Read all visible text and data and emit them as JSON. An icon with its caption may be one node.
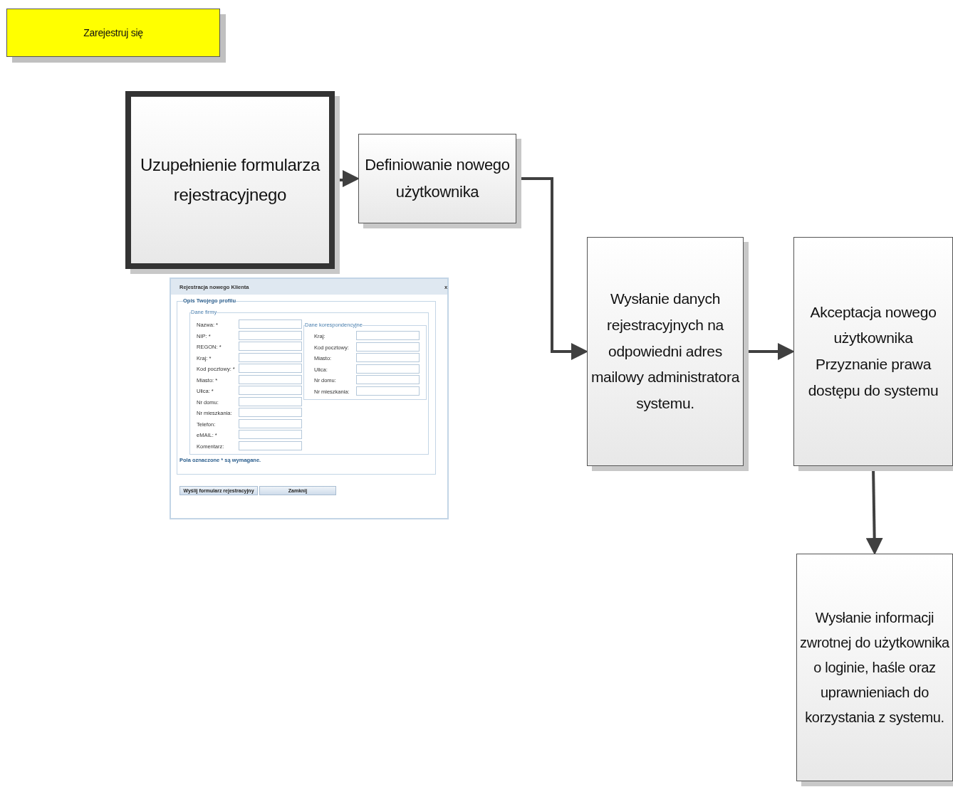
{
  "diagram": {
    "nodes": [
      {
        "text": [
          "Zarejestruj się"
        ]
      },
      {
        "text": [
          "Uzupełnienie formularza rejestracyjnego"
        ]
      },
      {
        "text": [
          "Definiowanie nowego użytkownika"
        ]
      },
      {
        "text": [
          "Wysłanie danych rejestracyjnych na odpowiedni adres mailowy administratora systemu."
        ]
      },
      {
        "text": [
          "Akceptacja nowego użytkownika",
          "Przyznanie prawa dostępu do systemu"
        ]
      },
      {
        "text": [
          "Wysłanie informacji zwrotnej do użytkownika o loginie, haśle oraz uprawnieniach do korzystania z systemu."
        ]
      }
    ],
    "edges": [
      {
        "from": 1,
        "to": 2,
        "arrow": "to"
      },
      {
        "from": 2,
        "to": 3,
        "arrow": "to"
      },
      {
        "from": 3,
        "to": 4,
        "arrow": "to"
      },
      {
        "from": 4,
        "to": 5,
        "arrow": "to"
      }
    ],
    "labels": [
      "Rejestracja nowego Klienta",
      "x",
      "Opis Twojego profilu",
      "Dane firmy",
      "Nazwa: *",
      "NIP: *",
      "REGON: *",
      "Kraj: *",
      "Kod pocztowy: *",
      "Miasto: *",
      "Ulica: *",
      "Nr domu:",
      "Nr mieszkania:",
      "Telefon:",
      "eMAIL: *",
      "Komentarz:",
      "Dane korespondencyjne",
      "Kraj:",
      "Kod pocztowy:",
      "Miasto:",
      "Ulica:",
      "Nr domu:",
      "Nr mieszkania:",
      "Pola oznaczone * są wymagane.",
      "Wyślij formularz rejestracyjny",
      "Zamknij"
    ]
  }
}
